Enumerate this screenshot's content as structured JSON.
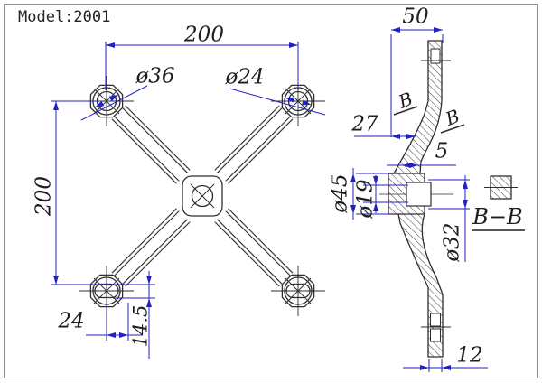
{
  "window": {
    "title": "Model:2001"
  },
  "colors": {
    "dimension_blue": "#2222c4",
    "line_black": "#2e2e2e"
  },
  "front_view": {
    "width_dim": "200",
    "height_dim": "200",
    "top_left_hole_dim": "ø36",
    "top_right_hole_dim": "ø24",
    "slot_width_dim": "24",
    "slot_height_dim": "14.5"
  },
  "side_view": {
    "arm_width_dim": "50",
    "offset_dim": "27",
    "wall_dim": "5",
    "boss_outer_dim": "ø45",
    "bore_dim": "ø19",
    "neck_dim": "ø32",
    "bottom_arm_dim": "12",
    "section_mark_1": "B",
    "section_mark_2": "B",
    "section_title": "B−B"
  }
}
